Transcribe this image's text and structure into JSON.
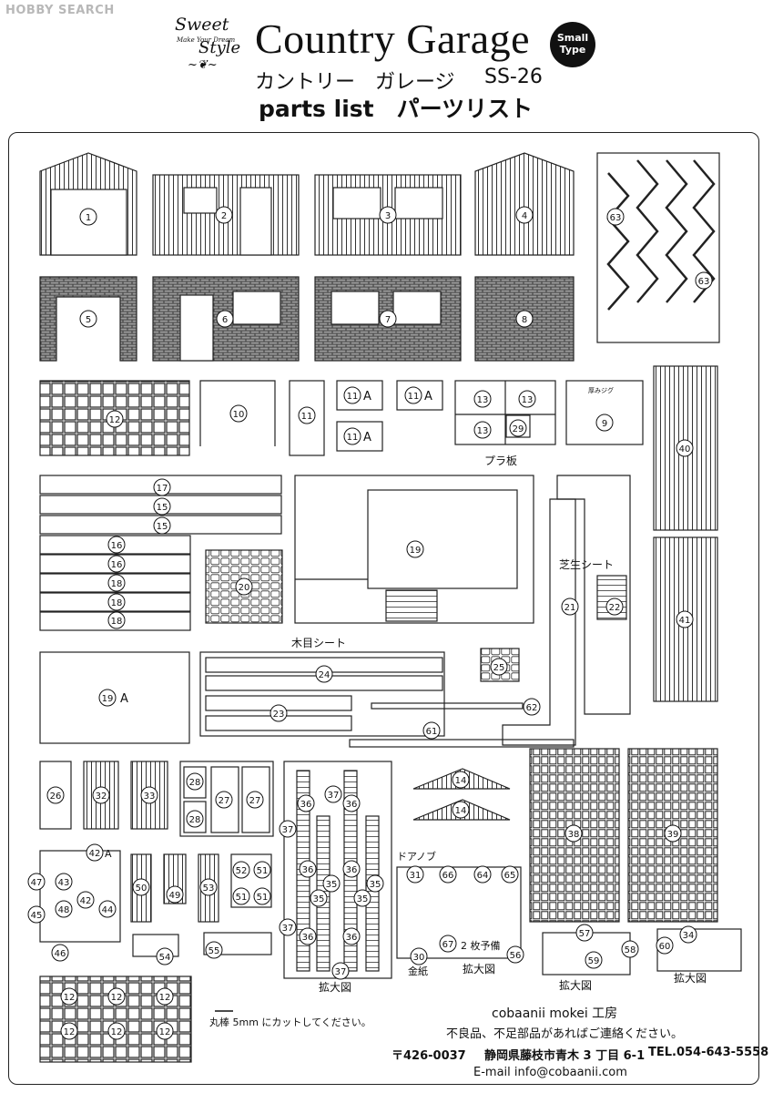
{
  "watermark": "HOBBY SEARCH",
  "logo": {
    "line1": "Sweet",
    "line2": "Make Your Dream",
    "line3": "Style",
    "line4": ""
  },
  "header": {
    "title": "Country Garage",
    "badge_line1": "Small",
    "badge_line2": "Type",
    "subtitle": "カントリー　ガレージ",
    "code": "SS-26",
    "parts_list": "parts list　パーツリスト"
  },
  "labels": {
    "pla_board": "プラ板",
    "thickness_jig": "厚みジグ",
    "grass_sheet": "芝生シート",
    "wood_sheet": "木目シート",
    "door_knob": "ドアノブ",
    "enlarged": "拡大図",
    "gold_paper": "金紙",
    "spare": "2 枚予備",
    "round_bar": "丸棒 5mm にカットしてください。"
  },
  "parts": {
    "p1": "1",
    "p2": "2",
    "p3": "3",
    "p4": "4",
    "p5": "5",
    "p6": "6",
    "p7": "7",
    "p8": "8",
    "p9": "9",
    "p10": "10",
    "p11": "11",
    "p11a": "11",
    "p11a_suffix": "A",
    "p12": "12",
    "p13": "13",
    "p14": "14",
    "p15": "15",
    "p16": "16",
    "p17": "17",
    "p18": "18",
    "p19": "19",
    "p19a_suffix": "A",
    "p20": "20",
    "p21": "21",
    "p22": "22",
    "p23": "23",
    "p24": "24",
    "p25": "25",
    "p26": "26",
    "p27": "27",
    "p28": "28",
    "p29": "29",
    "p30": "30",
    "p31": "31",
    "p32": "32",
    "p33": "33",
    "p34": "34",
    "p35": "35",
    "p36": "36",
    "p37": "37",
    "p38": "38",
    "p39": "39",
    "p40": "40",
    "p41": "41",
    "p42": "42",
    "p42a_suffix": "A",
    "p43": "43",
    "p44": "44",
    "p45": "45",
    "p46": "46",
    "p47": "47",
    "p48": "48",
    "p49": "49",
    "p50": "50",
    "p51": "51",
    "p52": "52",
    "p53": "53",
    "p54": "54",
    "p55": "55",
    "p56": "56",
    "p57": "57",
    "p58": "58",
    "p59": "59",
    "p60": "60",
    "p61": "61",
    "p62": "62",
    "p63": "63",
    "p64": "64",
    "p65": "65",
    "p66": "66",
    "p67": "67"
  },
  "footer": {
    "company": "cobaanii mokei 工房",
    "notice": "不良品、不足部品があればご連絡ください。",
    "postal": "〒426-0037",
    "address": "静岡県藤枝市青木 3 丁目 6-1",
    "tel": "TEL.054-643-5558",
    "email": "E-mail  info@cobaanii.com"
  }
}
